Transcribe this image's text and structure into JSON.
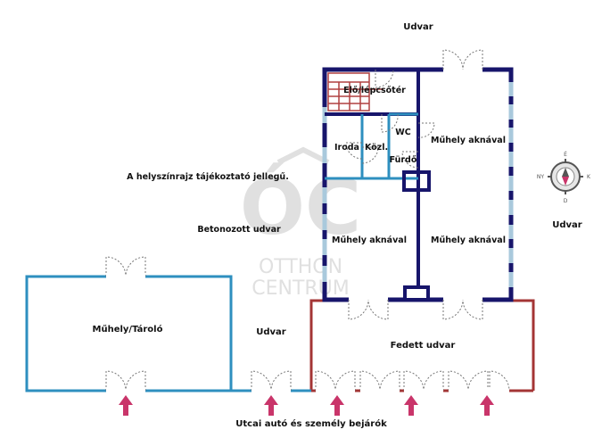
{
  "labels": {
    "udvar_top": "Udvar",
    "udvar_right": "Udvar",
    "udvar_middle": "Udvar",
    "elo_lepcsoter": "Elő/lépcsőtér",
    "iroda": "Iroda",
    "kozl": "Közl.",
    "wc": "WC",
    "furdo": "Fürdő",
    "muhely_top_right": "Műhely aknával",
    "muhely_bottom_left": "Műhely aknával",
    "muhely_bottom_right": "Műhely aknával",
    "disclaimer": "A helyszínrajz tájékoztató jellegű.",
    "betonozott": "Betonozott udvar",
    "muhely_tarolo": "Műhely/Tároló",
    "fedett_udvar": "Fedett udvar",
    "street_entrances": "Utcai autó és személy bejárók"
  },
  "watermark": {
    "logo_text": "ÓC",
    "line1": "OTTHON",
    "line2": "CENTRUM"
  },
  "compass": {
    "north": "É",
    "east": "K",
    "south": "D",
    "west": "NY"
  },
  "colors": {
    "building_wall": "#17156b",
    "window": "#a9c9dc",
    "interior_wall": "#2e8fbf",
    "workshop_outline": "#2e8fbf",
    "covered_yard": "#a43535",
    "stairs": "#b04040",
    "arrow": "#c9356a",
    "door": "#777777",
    "watermark": "#c8c8c8"
  }
}
